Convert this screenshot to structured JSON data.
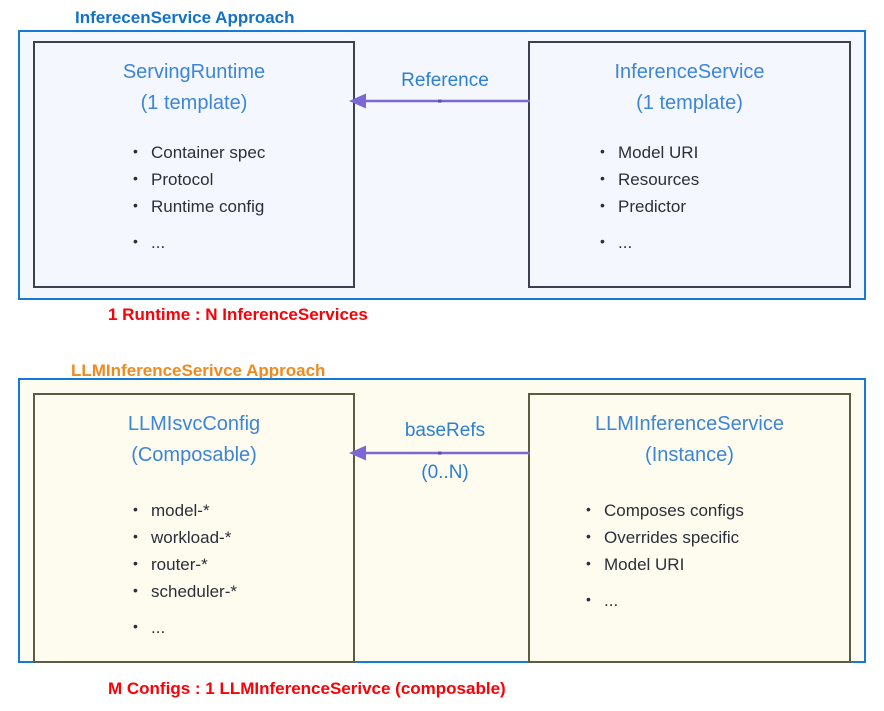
{
  "sections": [
    {
      "title": "InferecenService Approach",
      "title_color": "#1271c9",
      "frame_border_color": "#1779d6",
      "fill_color": "#f4f7fd",
      "caption": "1 Runtime : N InferenceServices",
      "caption_color": "#fa0007",
      "left_box": {
        "title": "ServingRuntime",
        "subtitle": "(1 template)",
        "bullets": [
          "Container spec",
          "Protocol",
          "Runtime config",
          "..."
        ]
      },
      "right_box": {
        "title": "InferenceService",
        "subtitle": "(1 template)",
        "bullets": [
          "Model URI",
          "Resources",
          "Predictor",
          "..."
        ]
      },
      "edge": {
        "label": "Reference",
        "cardinality": "",
        "color": "#7b68d4",
        "direction": "right-to-left"
      }
    },
    {
      "title": "LLMInferenceSerivce Approach",
      "title_color": "#f08a1e",
      "frame_border_color": "#1779d6",
      "fill_color": "#fdfcee",
      "caption": "M Configs : 1 LLMInferenceSerivce (composable)",
      "caption_color": "#fa0007",
      "left_box": {
        "title": "LLMIsvcConfig",
        "subtitle": "(Composable)",
        "bullets": [
          "model-*",
          "workload-*",
          "router-*",
          "scheduler-*",
          "..."
        ]
      },
      "right_box": {
        "title": "LLMInferenceService",
        "subtitle": "(Instance)",
        "bullets": [
          "Composes configs",
          "Overrides specific",
          "Model URI",
          "..."
        ]
      },
      "edge": {
        "label": "baseRefs",
        "cardinality": "(0..N)",
        "color": "#7b68d4",
        "direction": "right-to-left"
      }
    }
  ]
}
